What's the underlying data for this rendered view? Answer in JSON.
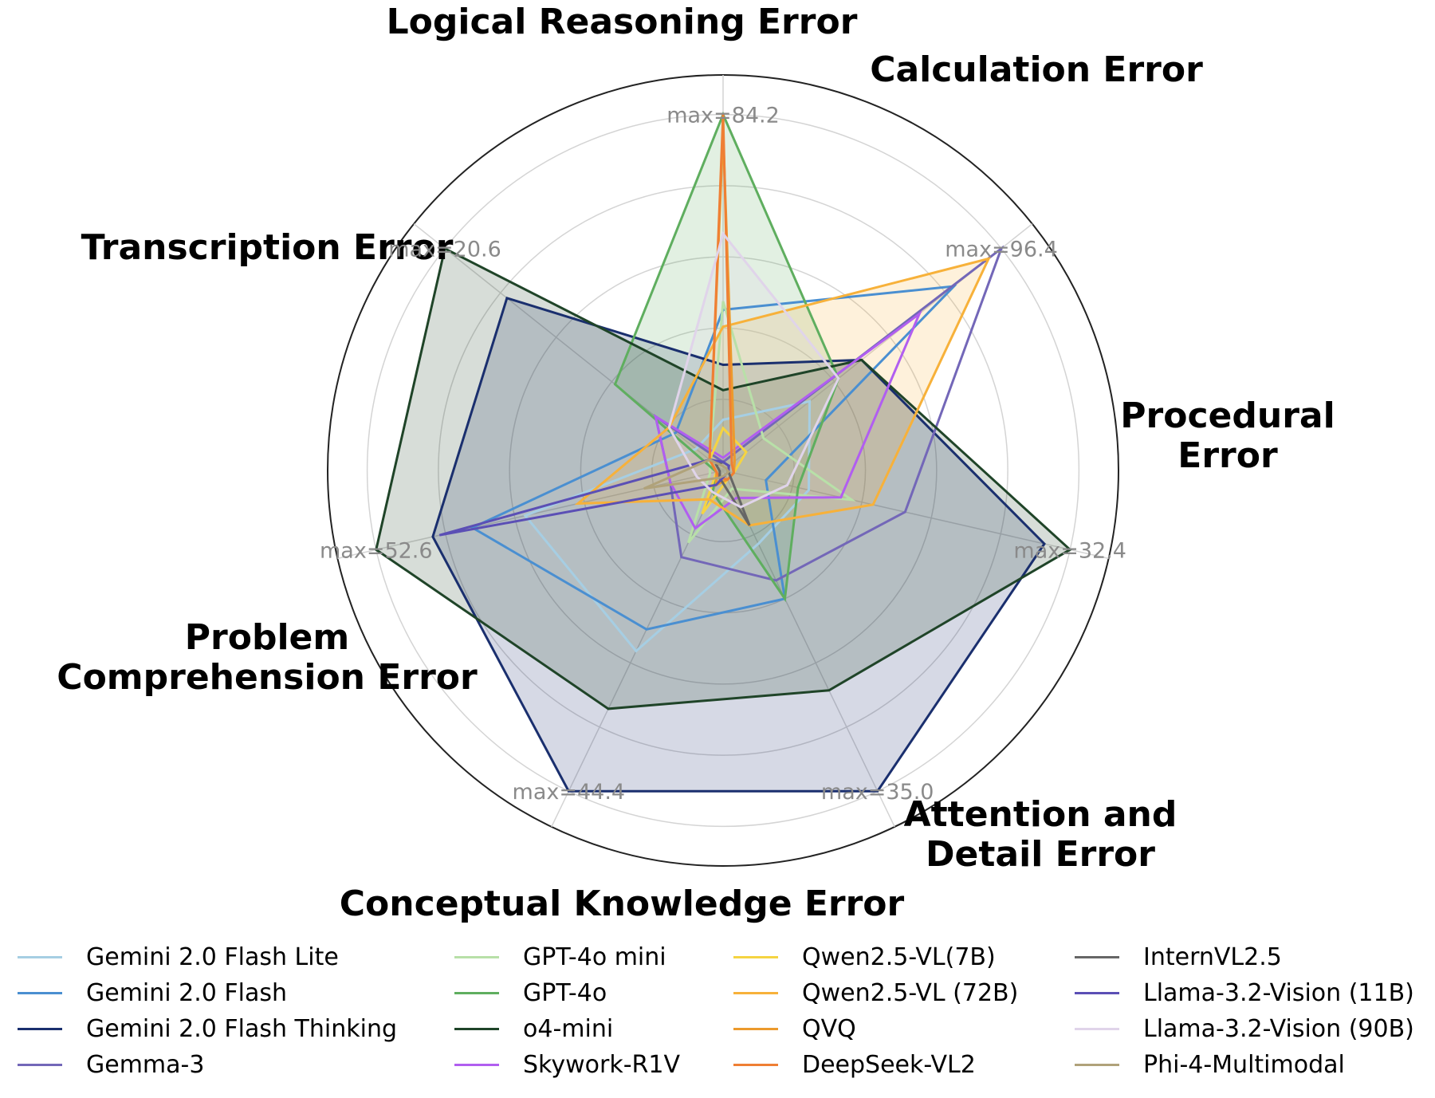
{
  "chart_data": {
    "type": "radar",
    "axes": [
      {
        "label": "Logical Reasoning Error",
        "max": 84.2,
        "max_label": "max=84.2"
      },
      {
        "label": "Calculation Error",
        "max": 96.4,
        "max_label": "max=96.4"
      },
      {
        "label": "Procedural Error",
        "max": 32.4,
        "max_label": "max=32.4"
      },
      {
        "label": "Attention and Detail Error",
        "max": 35.0,
        "max_label": "max=35.0"
      },
      {
        "label": "Conceptual Knowledge Error",
        "max": 44.4,
        "max_label": "max=44.4"
      },
      {
        "label": "Problem Comprehension Error",
        "max": 52.6,
        "max_label": "max=52.6"
      },
      {
        "label": "Transcription Error",
        "max": 20.6,
        "max_label": "max=20.6"
      }
    ],
    "series": [
      {
        "name": "Gemini 2.0 Flash Lite",
        "color": "#a6cee3",
        "fill": false,
        "values": [
          12.0,
          30.0,
          8.0,
          8.0,
          25.0,
          30.0,
          2.0
        ]
      },
      {
        "name": "Gemini 2.0 Flash",
        "color": "#4a8fd1",
        "fill": false,
        "values": [
          38.0,
          80.0,
          4.0,
          14.0,
          22.0,
          38.0,
          3.5
        ]
      },
      {
        "name": "Gemini 2.0 Flash Thinking",
        "color": "#1a2f6e",
        "fill": true,
        "values": [
          25.0,
          48.0,
          30.0,
          35.0,
          44.4,
          44.0,
          16.0
        ]
      },
      {
        "name": "Gemma-3",
        "color": "#7367b8",
        "fill": false,
        "values": [
          2.0,
          96.4,
          17.0,
          12.0,
          12.0,
          8.0,
          5.0
        ]
      },
      {
        "name": "GPT-4o mini",
        "color": "#b8e0a8",
        "fill": false,
        "values": [
          40.0,
          14.0,
          12.0,
          2.0,
          10.0,
          2.0,
          1.0
        ]
      },
      {
        "name": "GPT-4o",
        "color": "#5fae5f",
        "fill": true,
        "values": [
          84.2,
          40.0,
          7.0,
          14.0,
          3.0,
          1.0,
          8.0
        ]
      },
      {
        "name": "o4-mini",
        "color": "#1f4428",
        "fill": true,
        "values": [
          19.0,
          48.0,
          32.4,
          24.0,
          33.0,
          52.6,
          20.6
        ]
      },
      {
        "name": "Skywork-R1V",
        "color": "#b15ef0",
        "fill": false,
        "values": [
          3.0,
          68.0,
          11.0,
          3.0,
          8.0,
          8.0,
          5.0
        ]
      },
      {
        "name": "Qwen2.5-VL(7B)",
        "color": "#f5d442",
        "fill": false,
        "values": [
          10.0,
          8.0,
          1.0,
          1.0,
          6.0,
          1.0,
          1.0
        ]
      },
      {
        "name": "Qwen2.5-VL (72B)",
        "color": "#f7b13a",
        "fill": true,
        "values": [
          34.0,
          92.0,
          14.0,
          6.0,
          4.0,
          22.0,
          4.0
        ]
      },
      {
        "name": "QVQ",
        "color": "#ec9a2c",
        "fill": false,
        "values": [
          80.0,
          4.0,
          1.0,
          1.0,
          2.0,
          1.0,
          1.0
        ]
      },
      {
        "name": "DeepSeek-VL2",
        "color": "#ef7f34",
        "fill": false,
        "values": [
          84.2,
          3.0,
          1.0,
          1.0,
          1.0,
          1.0,
          1.0
        ]
      },
      {
        "name": "InternVL2.5",
        "color": "#666666",
        "fill": false,
        "values": [
          2.0,
          2.0,
          0.5,
          6.0,
          1.0,
          0.5,
          0.5
        ]
      },
      {
        "name": "Llama-3.2-Vision (11B)",
        "color": "#5b4fb5",
        "fill": false,
        "values": [
          2.0,
          2.0,
          0.5,
          0.5,
          2.0,
          43.0,
          1.0
        ]
      },
      {
        "name": "Llama-3.2-Vision (90B)",
        "color": "#e0d4ea",
        "fill": true,
        "values": [
          56.0,
          40.0,
          6.0,
          4.0,
          3.0,
          4.0,
          4.0
        ]
      },
      {
        "name": "Phi-4-Multimodal",
        "color": "#b0a27a",
        "fill": false,
        "values": [
          1.0,
          1.0,
          0.5,
          0.5,
          1.0,
          12.0,
          1.0
        ]
      }
    ],
    "legend_placement": "bottom",
    "grid": true
  }
}
